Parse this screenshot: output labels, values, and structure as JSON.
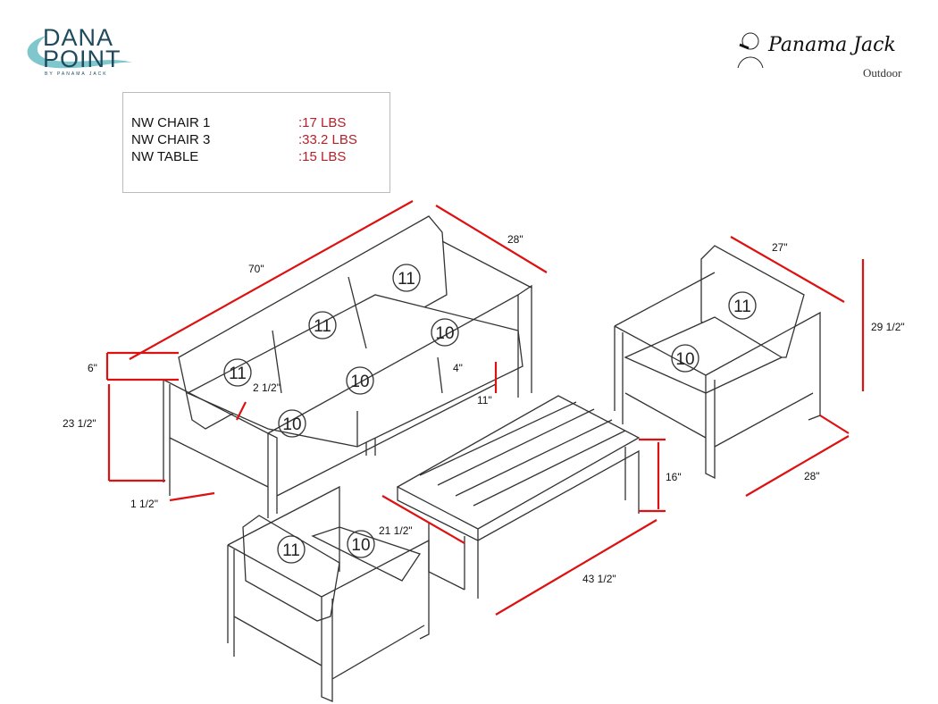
{
  "logos": {
    "left": {
      "line1": "DANA",
      "line2": "POINT",
      "tagline": "BY PANAMA JACK"
    },
    "right": {
      "signature": "Panama Jack",
      "sub": "Outdoor"
    }
  },
  "weights": [
    {
      "item": "NW  CHAIR 1",
      "value": ":17 LBS"
    },
    {
      "item": "NW  CHAIR 3",
      "value": ":33.2 LBS"
    },
    {
      "item": "NW TABLE",
      "value": ":15 LBS"
    }
  ],
  "colors": {
    "dimension": "#d11111",
    "weight_value": "#b5202a",
    "logo": "#1f4a5e",
    "logo_wave": "#5fb8c0"
  },
  "dimensions": {
    "sofa_width": "70\"",
    "sofa_depth": "28\"",
    "sofa_arm_height": "6\"",
    "sofa_seat_height": "23 1/2\"",
    "sofa_frame": "2 1/2\"",
    "cushion_thickness": "4\"",
    "back_cushion": "11\"",
    "leg_width": "1 1/2\"",
    "chair_width": "27\"",
    "chair_height": "29 1/2\"",
    "chair_depth": "28\"",
    "table_height": "16\"",
    "table_depth": "21 1/2\"",
    "table_length": "43 1/2\""
  },
  "cushions": {
    "sofa_back": [
      "11",
      "11",
      "11"
    ],
    "sofa_seat": [
      "10",
      "10",
      "10"
    ],
    "chair_right": {
      "back": "11",
      "seat": "10"
    },
    "chair_front": {
      "back": "11",
      "seat": "10"
    }
  }
}
